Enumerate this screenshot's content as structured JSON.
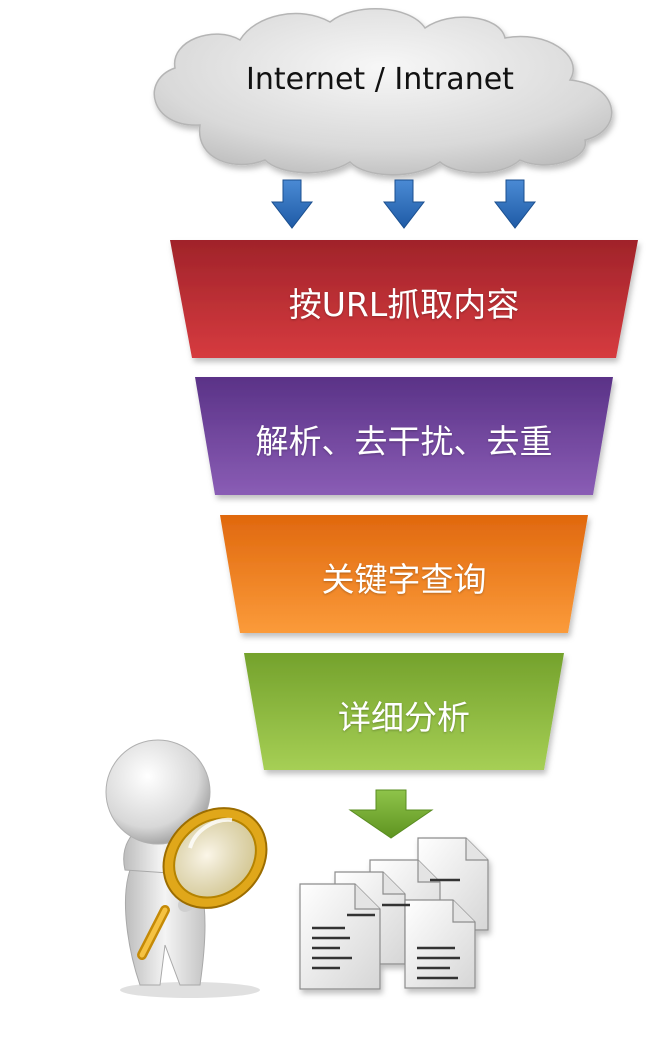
{
  "cloud": {
    "label": "Internet / Intranet"
  },
  "stages": [
    {
      "label": "按URL抓取内容",
      "color": "#c0282f"
    },
    {
      "label": "解析、去干扰、去重",
      "color": "#6b3f9a"
    },
    {
      "label": "关键字查询",
      "color": "#f07c1a"
    },
    {
      "label": "详细分析",
      "color": "#8bbd3b"
    }
  ],
  "arrow_color": "#2e6fbf",
  "result_arrow_color": "#7fb23a"
}
